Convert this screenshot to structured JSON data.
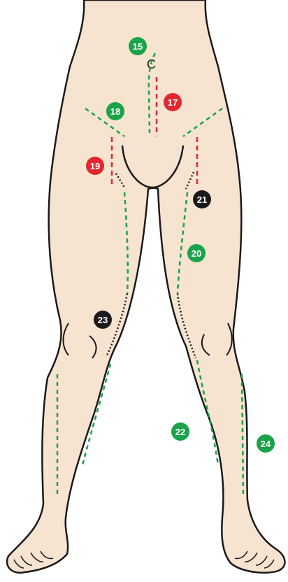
{
  "colors": {
    "skin": "#f6e3d0",
    "outline": "#1a1a1a",
    "green": "#1aa34a",
    "red": "#e3262f",
    "black": "#1a1a1a",
    "label_text": "#ffffff"
  },
  "umbilicus_glyph": "C",
  "markers": [
    {
      "id": "m15",
      "label": "15",
      "color": "green"
    },
    {
      "id": "m17",
      "label": "17",
      "color": "red"
    },
    {
      "id": "m18",
      "label": "18",
      "color": "green"
    },
    {
      "id": "m19",
      "label": "19",
      "color": "red"
    },
    {
      "id": "m20",
      "label": "20",
      "color": "green"
    },
    {
      "id": "m21",
      "label": "21",
      "color": "black"
    },
    {
      "id": "m22",
      "label": "22",
      "color": "green"
    },
    {
      "id": "m23",
      "label": "23",
      "color": "black"
    },
    {
      "id": "m24",
      "label": "24",
      "color": "green"
    }
  ]
}
